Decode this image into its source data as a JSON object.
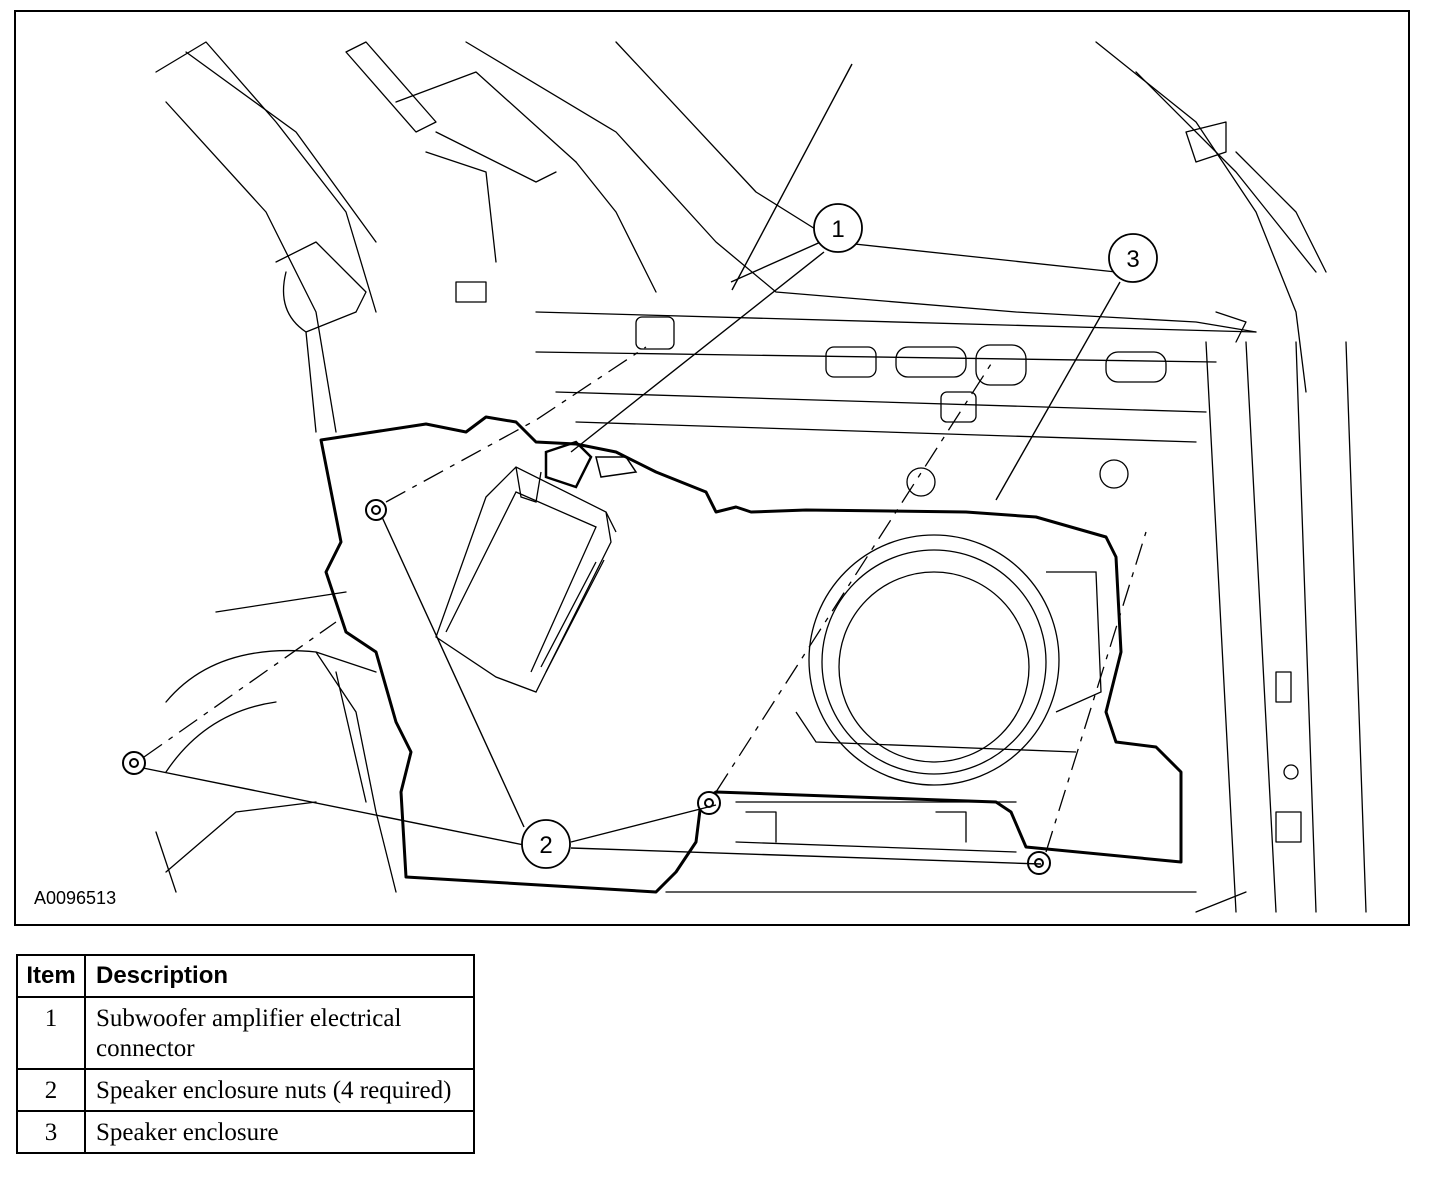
{
  "figure": {
    "id": "A0096513",
    "callouts": [
      "1",
      "2",
      "3"
    ]
  },
  "legend": {
    "headers": {
      "item": "Item",
      "description": "Description"
    },
    "rows": [
      {
        "item": "1",
        "description": "Subwoofer amplifier electrical connector"
      },
      {
        "item": "2",
        "description": "Speaker enclosure nuts (4 required)"
      },
      {
        "item": "3",
        "description": "Speaker enclosure"
      }
    ]
  }
}
